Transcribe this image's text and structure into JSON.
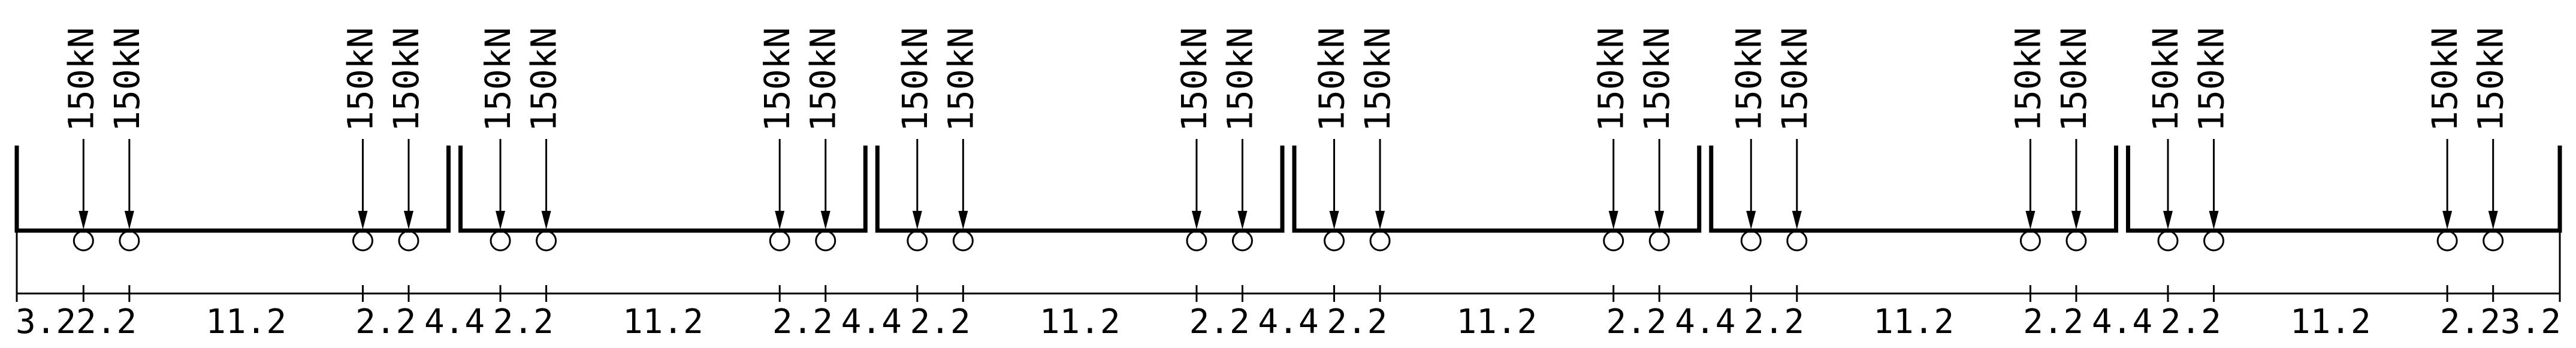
{
  "load_label": "150kN",
  "vehicles": [
    {
      "loads": [
        "150kN",
        "150kN",
        "150kN",
        "150kN"
      ]
    },
    {
      "loads": [
        "150kN",
        "150kN",
        "150kN",
        "150kN"
      ]
    },
    {
      "loads": [
        "150kN",
        "150kN",
        "150kN",
        "150kN"
      ]
    },
    {
      "loads": [
        "150kN",
        "150kN",
        "150kN",
        "150kN"
      ]
    },
    {
      "loads": [
        "150kN",
        "150kN",
        "150kN",
        "150kN"
      ]
    },
    {
      "loads": [
        "150kN",
        "150kN",
        "150kN",
        "150kN"
      ]
    }
  ],
  "spacings": [
    "3.2",
    "2.2",
    "11.2",
    "2.2",
    "4.4",
    "2.2",
    "11.2",
    "2.2",
    "4.4",
    "2.2",
    "11.2",
    "2.2",
    "4.4",
    "2.2",
    "11.2",
    "2.2",
    "4.4",
    "2.2",
    "11.2",
    "2.2",
    "4.4",
    "2.2",
    "11.2",
    "2.2",
    "3.2"
  ],
  "spacing_values": [
    3.2,
    2.2,
    11.2,
    2.2,
    4.4,
    2.2,
    11.2,
    2.2,
    4.4,
    2.2,
    11.2,
    2.2,
    4.4,
    2.2,
    11.2,
    2.2,
    4.4,
    2.2,
    11.2,
    2.2,
    4.4,
    2.2,
    11.2,
    2.2,
    3.2
  ]
}
